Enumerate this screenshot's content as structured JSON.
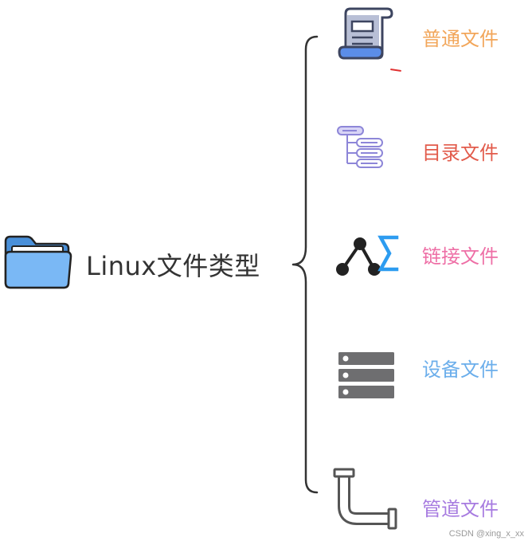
{
  "root": {
    "label": "Linux文件类型",
    "icon": "folder-icon"
  },
  "items": [
    {
      "label": "普通文件",
      "color": "#F2A65A",
      "icon": "document-scroll-icon"
    },
    {
      "label": "目录文件",
      "color": "#E25B4B",
      "icon": "directory-tree-icon"
    },
    {
      "label": "链接文件",
      "color": "#EE6FA6",
      "icon": "link-graph-icon"
    },
    {
      "label": "设备文件",
      "color": "#6BAEEB",
      "icon": "server-rack-icon"
    },
    {
      "label": "管道文件",
      "color": "#A77BE0",
      "icon": "pipe-icon"
    }
  ],
  "watermark": "CSDN @xing_x_xx"
}
